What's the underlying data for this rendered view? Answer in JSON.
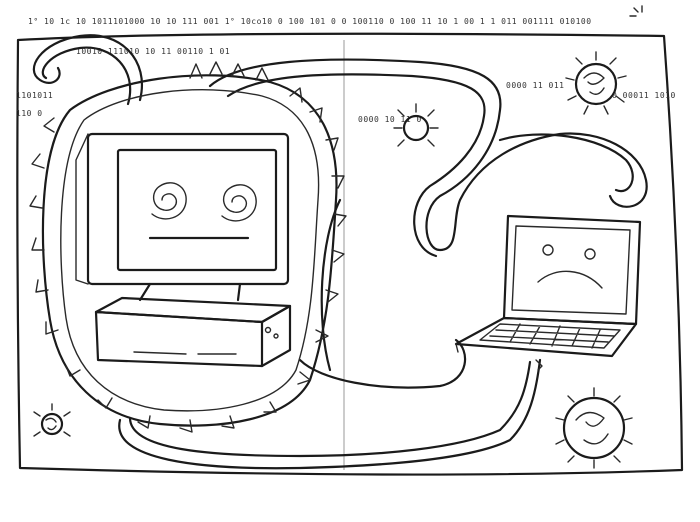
{
  "binary_text": {
    "top_row": "1° 10 1c 10 1011101000 10 10 111 001 1° 10co10 0 100 101 0 0 100110 0 100 11 10 1 00 1 1 011 001111 010100",
    "row_second": "10010 111010 10 11 00110 1 01",
    "row_left": "1101011",
    "row_left2": "110 0",
    "row_right": "0000 11 011",
    "row_right2": "0 00011 1010",
    "row_mid": "0000 10 11 0"
  },
  "colors": {
    "ink": "#1b1b1b",
    "paper": "#ffffff"
  }
}
